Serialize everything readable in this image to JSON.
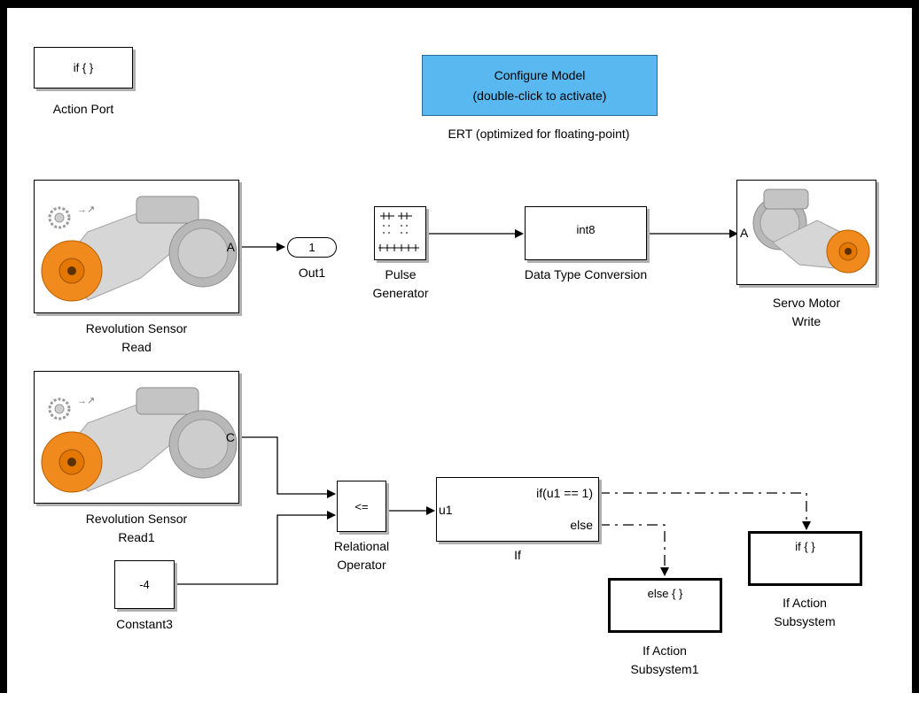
{
  "blocks": {
    "action_port": {
      "text": "if { }",
      "label": "Action Port"
    },
    "configure": {
      "line1": "Configure Model",
      "line2": "(double-click to activate)",
      "label": "ERT (optimized for floating-point)"
    },
    "rev_sensor": {
      "port": "A",
      "label_line1": "Revolution Sensor",
      "label_line2": "Read"
    },
    "out1": {
      "text": "1",
      "label": "Out1"
    },
    "pulse_gen": {
      "label_line1": "Pulse",
      "label_line2": "Generator"
    },
    "dtc": {
      "text": "int8",
      "label": "Data Type Conversion"
    },
    "servo": {
      "port": "A",
      "label_line1": "Servo Motor",
      "label_line2": "Write"
    },
    "rev_sensor1": {
      "port": "C",
      "label_line1": "Revolution Sensor",
      "label_line2": "Read1"
    },
    "rel_op": {
      "text": "<=",
      "label_line1": "Relational",
      "label_line2": "Operator"
    },
    "constant3": {
      "text": "-4",
      "label": "Constant3"
    },
    "if_block": {
      "input": "u1",
      "cond1": "if(u1 == 1)",
      "cond2": "else",
      "label": "If"
    },
    "if_action1": {
      "text": "else { }",
      "label_line1": "If Action",
      "label_line2": "Subsystem1"
    },
    "if_action": {
      "text": "if { }",
      "label_line1": "If Action",
      "label_line2": "Subsystem"
    }
  },
  "colors": {
    "configure_fill": "#5ab8f0",
    "motor_orange": "#f08a1c",
    "motor_gray": "#c8c8c8"
  },
  "icons": [
    "gear-icon",
    "pulse-train-icon",
    "lego-motor-icon"
  ]
}
